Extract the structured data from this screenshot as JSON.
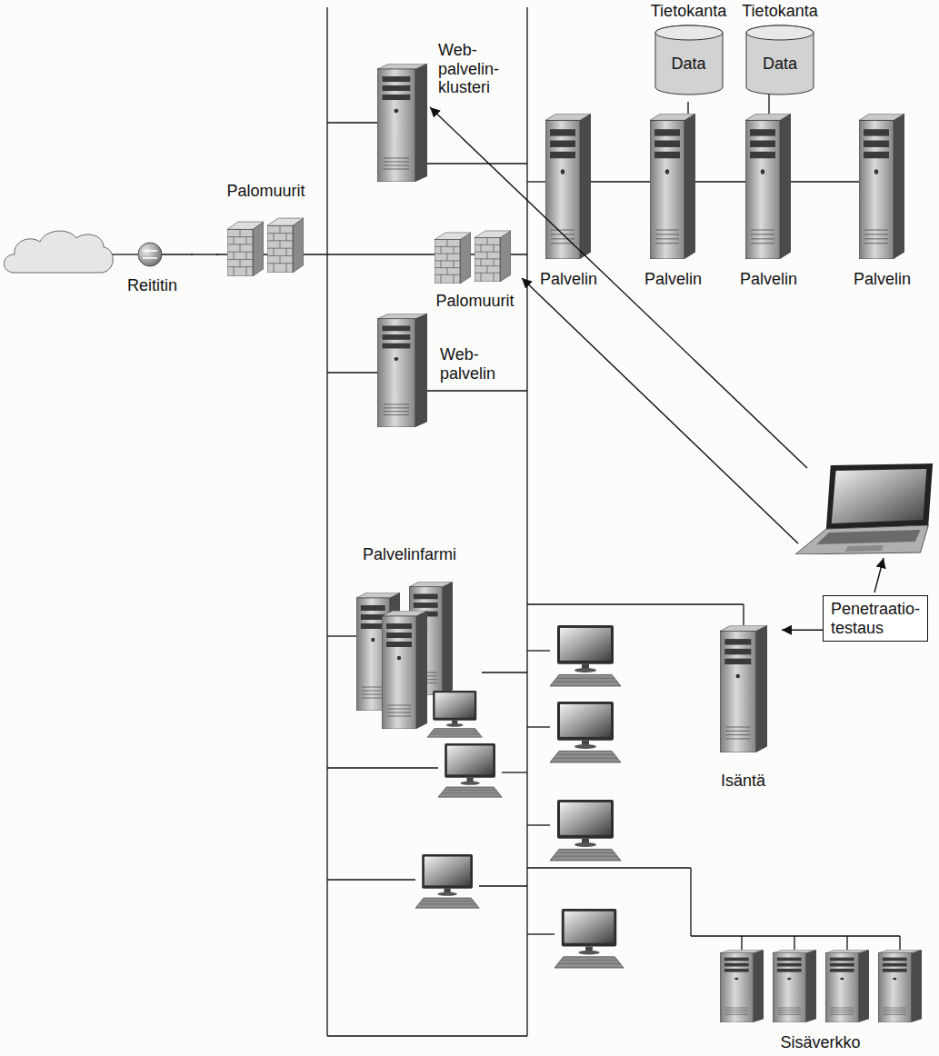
{
  "diagram": {
    "nodes": [
      {
        "text": [
          "Tietokanta",
          "Data"
        ]
      },
      {
        "text": [
          "Tietokanta",
          "Data"
        ]
      },
      {
        "text": [
          "Web- palvelin- klusteri"
        ]
      },
      {
        "text": [
          "Palvelin"
        ]
      },
      {
        "text": [
          "Palvelin"
        ]
      },
      {
        "text": [
          "Palvelin"
        ]
      },
      {
        "text": [
          "Palvelin"
        ]
      },
      {
        "text": [
          "Web- palvelin"
        ]
      },
      {
        "text": [
          "Palomuurit"
        ]
      },
      {
        "text": [
          "Reititin"
        ]
      },
      {
        "text": [
          "Palomuurit"
        ]
      },
      {
        "text": [
          "Palvelinfarmi"
        ]
      },
      {
        "text": [
          "Penetraatio- testaus"
        ]
      },
      {
        "text": [
          "Isäntä"
        ]
      },
      {
        "text": [
          "Sisäverkko"
        ]
      }
    ],
    "edges": [
      {
        "from": 9,
        "to": 8,
        "arrow": "none"
      },
      {
        "from": 12,
        "to": 13,
        "arrow": "to"
      }
    ]
  }
}
